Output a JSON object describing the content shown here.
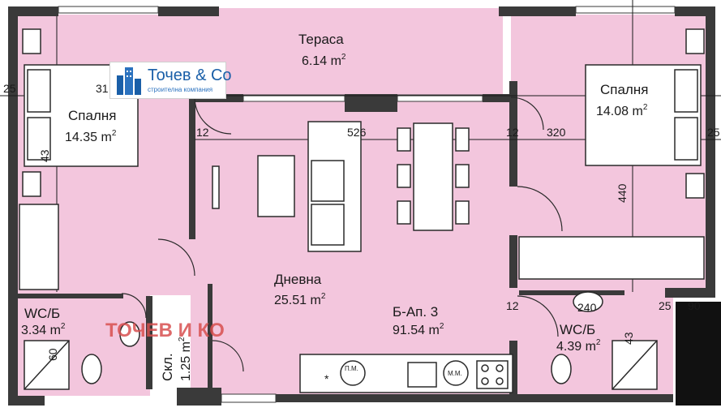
{
  "rooms": {
    "terrace": {
      "name": "Тераса",
      "area": "6.14 m"
    },
    "bedroom_left": {
      "name": "Спалня",
      "area": "14.35 m"
    },
    "bedroom_right": {
      "name": "Спалня",
      "area": "14.08 m"
    },
    "living": {
      "name": "Дневна",
      "area": "25.51 m"
    },
    "wc_left": {
      "name": "WC/Б",
      "area": "3.34 m"
    },
    "wc_right": {
      "name": "WC/Б",
      "area": "4.39 m"
    },
    "storage": {
      "name": "Скл.",
      "area": "1.25 m"
    }
  },
  "apartment": {
    "name": "Б-Ап. 3",
    "area": "91.54 m"
  },
  "unit_exponent": "2",
  "dimensions": {
    "d_320": "320",
    "d_526": "526",
    "d_440": "440",
    "d_240": "240",
    "d_12a": "12",
    "d_12b": "12",
    "d_12c": "12",
    "d_31": "31",
    "d_25a": "25",
    "d_25b": "25",
    "d_25c": "25",
    "d_43a": "43",
    "d_43b": "43",
    "d_60": "60",
    "d_90": "90"
  },
  "appliances": {
    "dishwasher": "П.М.",
    "washer": "М.М.",
    "star": "*"
  },
  "logo": {
    "name": "Точев & Co",
    "subtitle": "строителна компания"
  },
  "watermark": "ТОЧЕВ И КО",
  "colors": {
    "floor": "#f3c6dd",
    "wall": "#3a3a3a",
    "logo_blue": "#1a5fa8",
    "watermark": "#d85050"
  }
}
